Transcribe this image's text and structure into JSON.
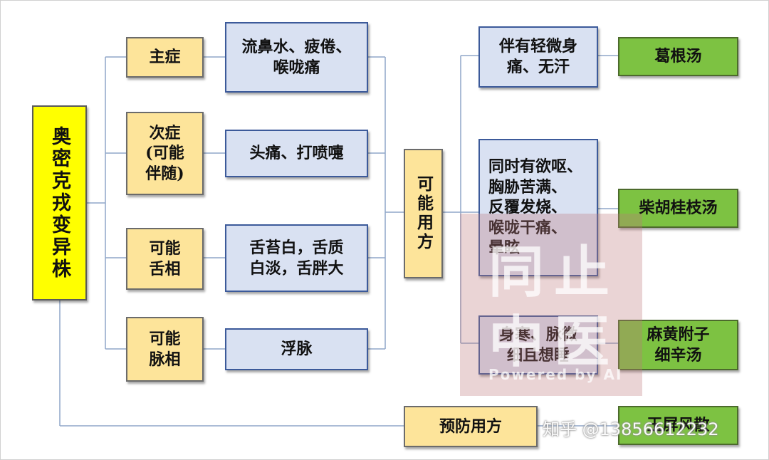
{
  "root": {
    "label": "奥密克戎变异株"
  },
  "categories": [
    {
      "label": "主症",
      "symptom": "流鼻水、疲倦、\n喉咙痛"
    },
    {
      "label": "次症\n(可能\n伴随)",
      "symptom": "头痛、打喷嚏"
    },
    {
      "label": "可能\n舌相",
      "symptom": "舌苔白，舌质\n白淡，舌胖大"
    },
    {
      "label": "可能\n脉相",
      "symptom": "浮脉"
    }
  ],
  "possible_formula": {
    "label": "可能用方"
  },
  "conditions": [
    {
      "label": "伴有轻微身\n痛、无汗",
      "formula": "葛根汤"
    },
    {
      "label": "同时有欲呕、\n胸胁苦满、\n反覆发烧、\n喉咙干痛、\n晕眩",
      "formula": "柴胡桂枝汤"
    },
    {
      "label": "身寒、脉微\n细且想睡",
      "formula": "麻黄附子\n细辛汤"
    }
  ],
  "prevention": {
    "label": "预防用方",
    "formula": "玉屏风散"
  },
  "watermark": {
    "line1": "同止",
    "line2": "中医",
    "line3": "Powered by AI"
  },
  "zhihu_watermark": "知乎 @13856612232",
  "colors": {
    "root": "#ffff00",
    "category": "#fde49a",
    "symptom": "#d9e1f2",
    "formula": "#7dc242",
    "line": "#8fa6c8"
  }
}
